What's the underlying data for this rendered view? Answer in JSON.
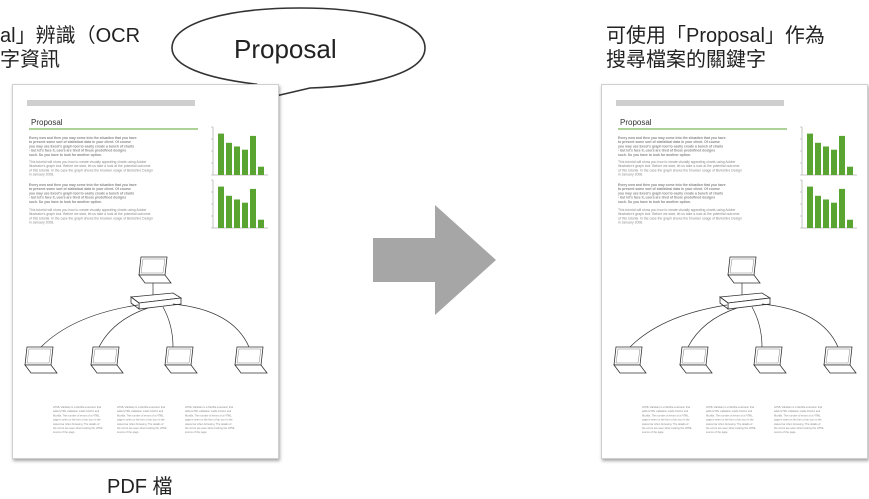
{
  "left": {
    "ocr_caption": "al」辨識（OCR\n字資訊",
    "bubble_text": "Proposal",
    "file_label": "PDF 檔"
  },
  "right": {
    "caption": "可使用「Proposal」作為\n搜尋檔案的關鍵字"
  },
  "document": {
    "title": "Proposal",
    "para1": [
      "Every now and then you may come into the situation that you have",
      "to present some sort of statistical data in your client. Of course",
      "you may use Excel's graph tool to easily create a bunch of charts",
      "- but let's face it, users are tired of those predefined designs",
      "such. So you have to look for another option."
    ],
    "para2": [
      "This tutorial will show you how to create visually appealing charts using Adobe",
      "Illustrator's graph tool. Before we start, let us take a look at the potential outcome",
      "of this tutorial. In the case the graph shows the browser usage of Berkshire Design",
      "in January 2008."
    ],
    "para3": [
      "Every now and then you may come into the situation that you have",
      "to present some sort of statistical data in your client. Of course",
      "you may use Excel's graph tool to easily create a bunch of charts",
      "- but let's face it, users are tired of those predefined designs",
      "such. So you have to look for another option."
    ],
    "para4": [
      "This tutorial will show you how to create visually appealing charts using Adobe",
      "Illustrator's graph tool. Before we start, let us take a look at the potential outcome",
      "of this tutorial. In the case the graph shows the browser usage of Berkshire Design",
      "in January 2008."
    ],
    "columns": [
      [
        "HTML Validator is a Mozilla extension that",
        "adds HTML validation inside Firefox and",
        "Mozilla. The number of errors of a HTML",
        "page is seen on the form of an icon in the",
        "status bar when browsing. The details of",
        "the errors are seen when looking the HTML",
        "source of the page."
      ],
      [
        "HTML Validator is a Mozilla extension that",
        "adds HTML validation inside Firefox and",
        "Mozilla. The number of errors of a HTML",
        "page is seen on the form of an icon in the",
        "status bar when browsing. The details of",
        "the errors are seen when looking the HTML",
        "source of the page."
      ],
      [
        "HTML Validator is a Mozilla extension that",
        "adds HTML validation inside Firefox and",
        "Mozilla. The number of errors of a HTML",
        "page is seen on the form of an icon in the",
        "status bar when browsing. The details of",
        "the errors are seen when looking the HTML",
        "source of the page."
      ]
    ],
    "chart1_values": [
      90,
      70,
      62,
      55,
      85,
      18
    ],
    "chart2_values": [
      90,
      70,
      62,
      55,
      85,
      18
    ],
    "bar_color": "#5aa532"
  },
  "colors": {
    "arrow": "#a6a6a6",
    "accent_green": "#5aa532"
  }
}
